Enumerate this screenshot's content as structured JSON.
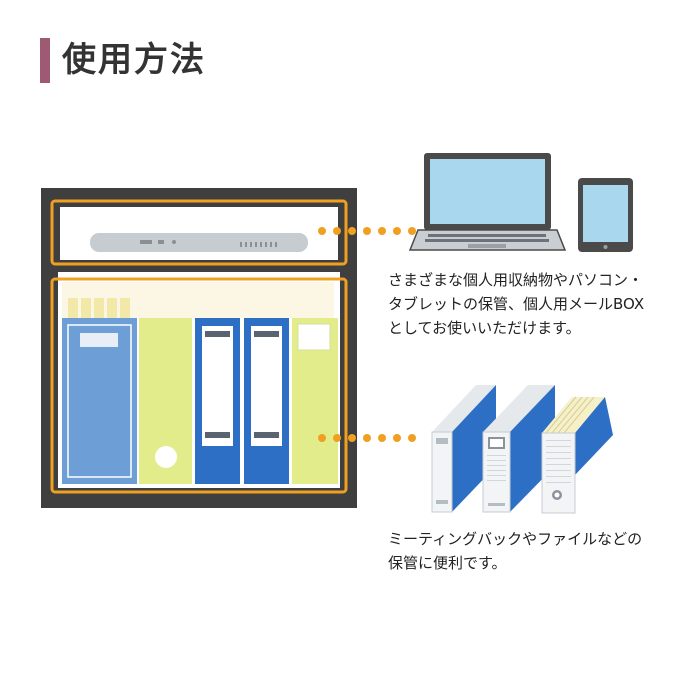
{
  "header": {
    "title": "使用方法"
  },
  "captions": {
    "top_line1": "さまざまな個人用収納物やパソコン・",
    "top_line2": "タブレットの保管、個人用メールBOX",
    "top_line3": "としてお使いいただけます。",
    "bottom_line1": "ミーティングバックやファイルなどの",
    "bottom_line2": "保管に便利です。"
  },
  "colors": {
    "accent_bar": "#9e5a72",
    "cabinet": "#3f3f3f",
    "highlight_frame": "#f0a020",
    "binder_blue": "#2e6fc6",
    "binder_lime": "#e2ec8a"
  },
  "icons": [
    "laptop-icon",
    "tablet-icon",
    "binders-icon"
  ]
}
